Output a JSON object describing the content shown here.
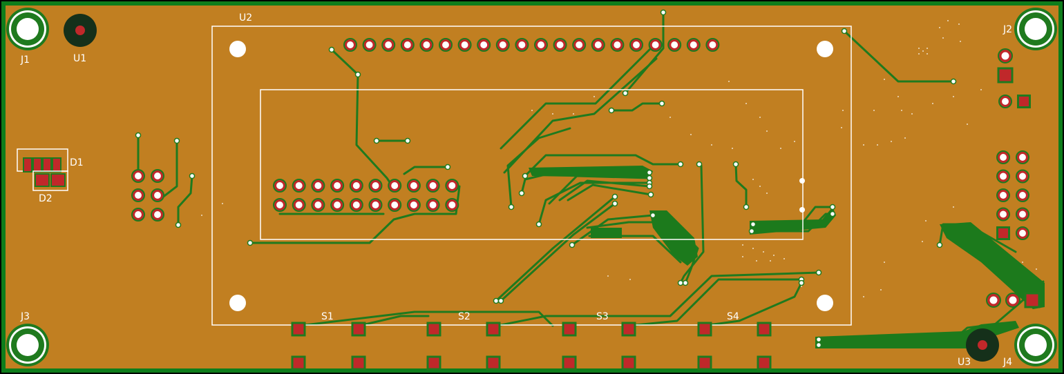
{
  "colors": {
    "background": "#000000",
    "board": "#c17f21",
    "board_edge": "#0e7d1b",
    "copper_trace": "#1f7a1e",
    "copper_pour": "#1c7a1c",
    "pad": "#c0282a",
    "pad_ring": "#ffffff",
    "silkscreen": "#ffffff",
    "mount_hole": "#ffffff",
    "mount_ring": "#1f7a1e"
  },
  "labels": {
    "j1": "J1",
    "j2": "J2",
    "j3": "J3",
    "j4": "J4",
    "u1": "U1",
    "u2": "U2",
    "u3": "U3",
    "d1": "D1",
    "d2": "D2",
    "s1": "S1",
    "s2": "S2",
    "s3": "S3",
    "s4": "S4"
  }
}
